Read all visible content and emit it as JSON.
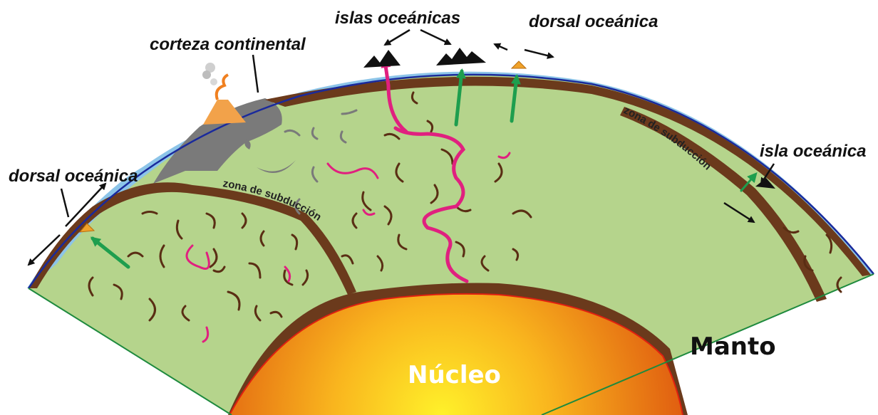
{
  "labels": {
    "islas_oceanicas": "islas oceánicas",
    "dorsal_top": "dorsal oceánica",
    "corteza": "corteza continental",
    "dorsal_left": "dorsal oceánica",
    "isla_right": "isla oceánica",
    "subduccion_left": "zona de subducción",
    "subduccion_right": "zona de subducción",
    "manto": "Manto",
    "nucleo": "Núcleo"
  },
  "colors": {
    "mantle": "#b5d48c",
    "lithosphere": "#6b3a1c",
    "ocean": "#8cc4e8",
    "outline": "#1a2a9c",
    "continental_crust": "#7a7a7a",
    "plume": "#e0207f",
    "upwelling_arrow": "#1e9e4e",
    "core_center": "#fff12a",
    "core_edge": "#e05d10",
    "ridge": "#f0a22a",
    "island": "#111111"
  }
}
